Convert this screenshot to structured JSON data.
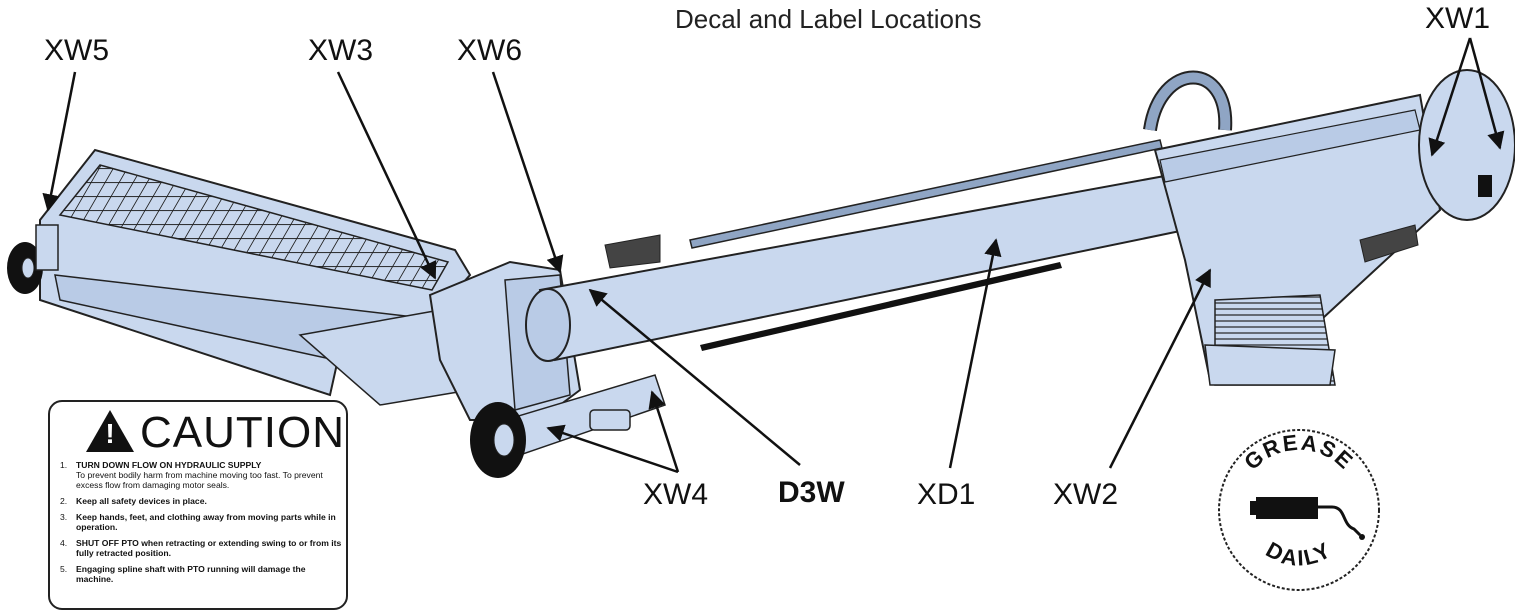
{
  "title": "Decal and Label Locations",
  "labels": {
    "xw5": "XW5",
    "xw3": "XW3",
    "xw6": "XW6",
    "xw1": "XW1",
    "xw4": "XW4",
    "d3w": "D3W",
    "xd1": "XD1",
    "xw2": "XW2"
  },
  "caution_decal": {
    "heading": "CAUTION",
    "items": [
      {
        "num": "1.",
        "line1": "TURN DOWN FLOW ON HYDRAULIC SUPPLY",
        "line2": "To prevent bodily harm from machine moving too fast. To prevent excess flow from damaging motor seals."
      },
      {
        "num": "2.",
        "line1": "Keep all safety devices in place.",
        "line2": ""
      },
      {
        "num": "3.",
        "line1": "Keep hands, feet, and clothing away from moving parts while in operation.",
        "line2": ""
      },
      {
        "num": "4.",
        "line1": "SHUT OFF PTO when retracting or extending swing to or from its fully retracted position.",
        "line2": ""
      },
      {
        "num": "5.",
        "line1": "Engaging spline shaft with PTO running will damage the machine.",
        "line2": ""
      }
    ]
  },
  "grease_decal": {
    "top": "GREASE",
    "bottom": "DAILY"
  },
  "colors": {
    "machine_fill": "#c9d8ee",
    "machine_dark": "#8fa5c4",
    "outline": "#222222"
  }
}
